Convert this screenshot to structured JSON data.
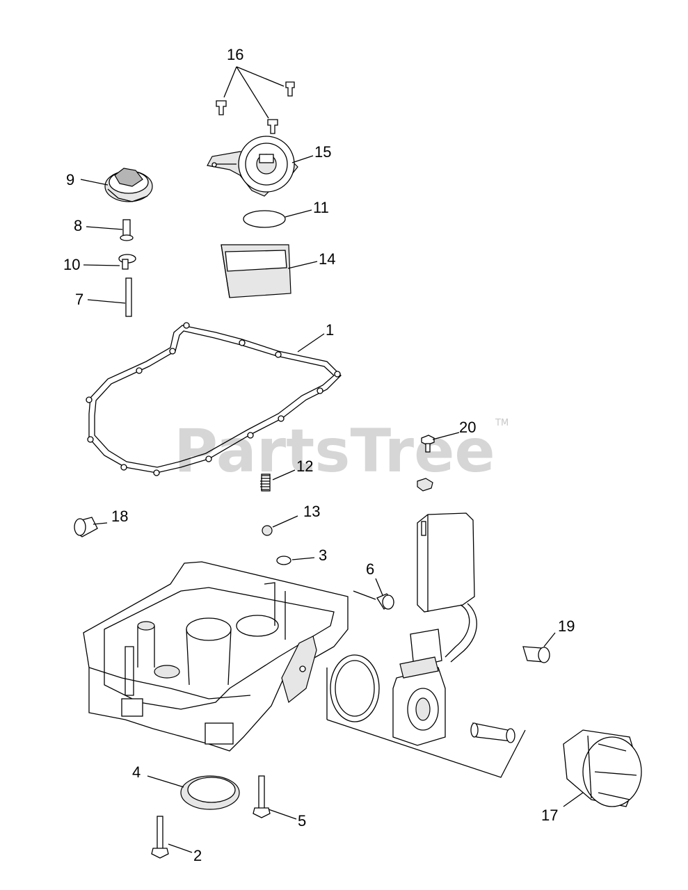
{
  "watermark": {
    "text": "PartsTree",
    "tm": "TM"
  },
  "callouts": {
    "c1": "1",
    "c2": "2",
    "c3": "3",
    "c4": "4",
    "c5": "5",
    "c6": "6",
    "c7": "7",
    "c8": "8",
    "c9": "9",
    "c10": "10",
    "c11": "11",
    "c12": "12",
    "c13": "13",
    "c14": "14",
    "c15": "15",
    "c16": "16",
    "c17": "17",
    "c18": "18",
    "c19": "19",
    "c20": "20"
  }
}
